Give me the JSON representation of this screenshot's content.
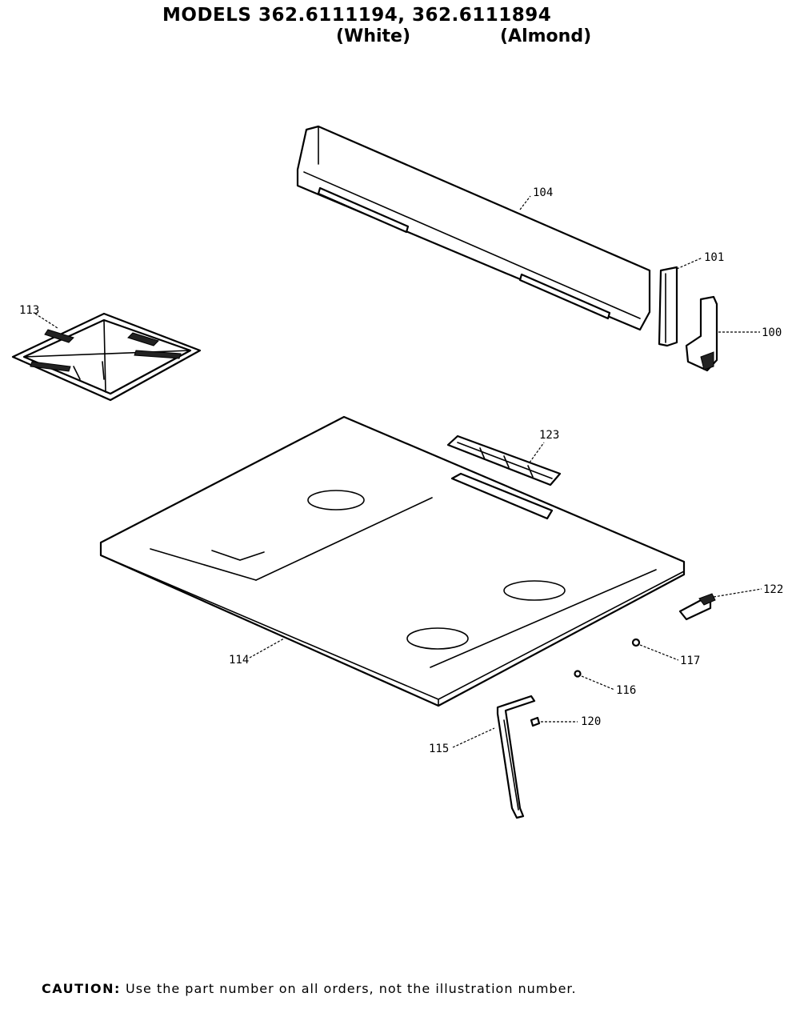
{
  "header": {
    "models_title": "MODELS 362.6111194, 362.6111894",
    "variant_white": "(White)",
    "variant_almond": "(Almond)"
  },
  "callouts": {
    "c104": "104",
    "c101": "101",
    "c100": "100",
    "c113": "113",
    "c123": "123",
    "c122": "122",
    "c114": "114",
    "c117": "117",
    "c116": "116",
    "c120": "120",
    "c115": "115"
  },
  "footer": {
    "caution_label": "CAUTION:",
    "caution_text": "Use the part number on all orders, not the illustration number."
  }
}
